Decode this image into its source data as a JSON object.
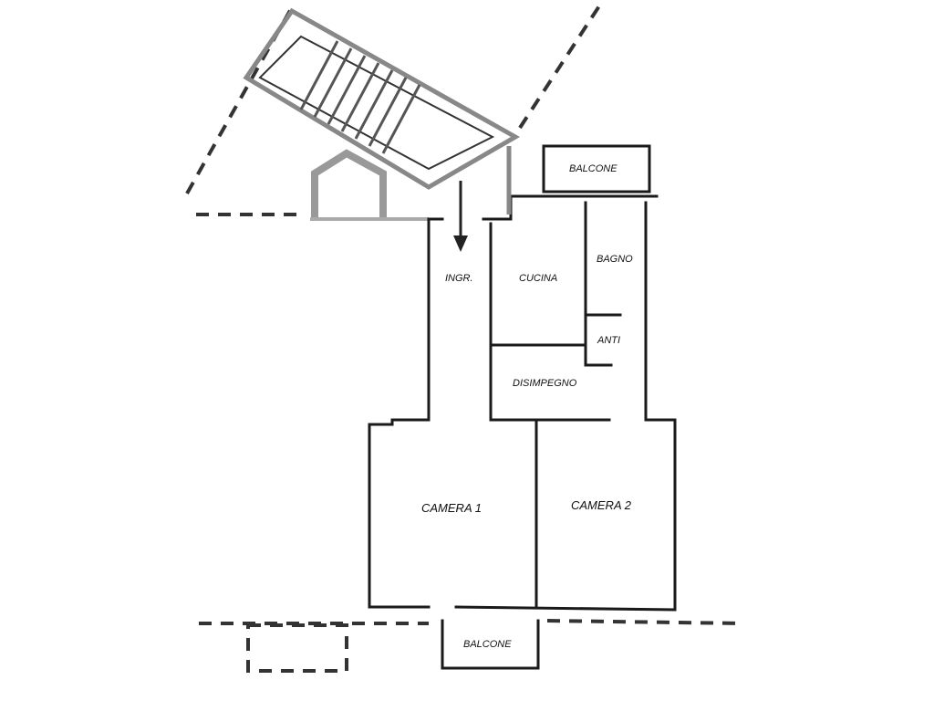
{
  "rooms": {
    "balcone_top": "BALCONE",
    "bagno": "BAGNO",
    "ingresso": "INGR.",
    "cucina": "CUCINA",
    "anti": "ANTI",
    "disimpegno": "DISIMPEGNO",
    "camera1": "CAMERA 1",
    "camera2": "CAMERA 2",
    "balcone_bottom": "BALCONE"
  }
}
